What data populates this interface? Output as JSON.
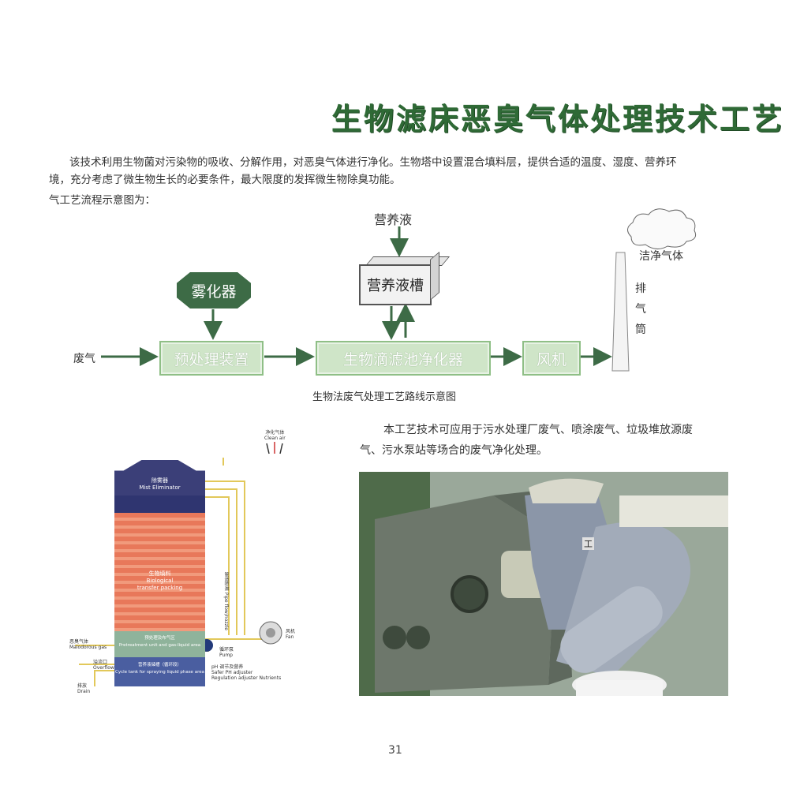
{
  "title": "生物滤床恶臭气体处理技术工艺",
  "intro": {
    "line1": "该技术利用生物菌对污染物的吸收、分解作用，对恶臭气体进行净化。生物塔中设置混合填料层，提供合适的温度、湿度、营养环",
    "line2": "境，充分考虑了微生物生长的必要条件，最大限度的发挥微生物除臭功能。",
    "line3": "气工艺流程示意图为："
  },
  "flow": {
    "nutrient_liquid": "营养液",
    "nutrient_tank": "营养液槽",
    "atomizer": "雾化器",
    "waste_gas": "废气",
    "pretreatment": "预处理装置",
    "bio_purifier": "生物滴滤池净化器",
    "fan": "风机",
    "clean_gas": "洁净气体",
    "stack_chars": [
      "排",
      "气",
      "筒"
    ],
    "caption": "生物法废气处理工艺路线示意图"
  },
  "application": {
    "line1": "本工艺技术可应用于污水处理厂废气、喷涂废气、垃圾堆放源废",
    "line2": "气、污水泵站等场合的废气净化处理。"
  },
  "tower": {
    "clean_air_cn": "净化气体",
    "clean_air_en": "Clean air",
    "mist_cn": "除雾器",
    "mist_en": "Mist Eliminator",
    "packing_cn": "生物填料",
    "packing_en1": "Biological",
    "packing_en2": "transfer packing",
    "pipe_cn": "管道喷淋",
    "pipe_en": "Pipe flow/nozzle",
    "fan_cn": "风机",
    "fan_en": "Fan",
    "pretreat_cn": "预处理及布气区",
    "pretreat_en": "Pretreatment unit and gas-liquid area",
    "cycle_cn": "营养液储槽（循环段）",
    "cycle_en": "Cycle tank for spraying liquid phase area",
    "odorous_cn": "恶臭气体",
    "odorous_en": "Malodorous gas",
    "overflow_cn": "溢流口",
    "overflow_en": "Overflow",
    "drain_cn": "排放",
    "drain_en": "Drain",
    "pump_cn": "循环泵",
    "pump_en": "Pump",
    "ph_cn": "pH 调节及营养",
    "ph_en": "Safer PH adjuster",
    "nutr_en": "Regulation adjuster Nutrients"
  },
  "photo": {
    "badge": "工"
  },
  "page_number": "31"
}
